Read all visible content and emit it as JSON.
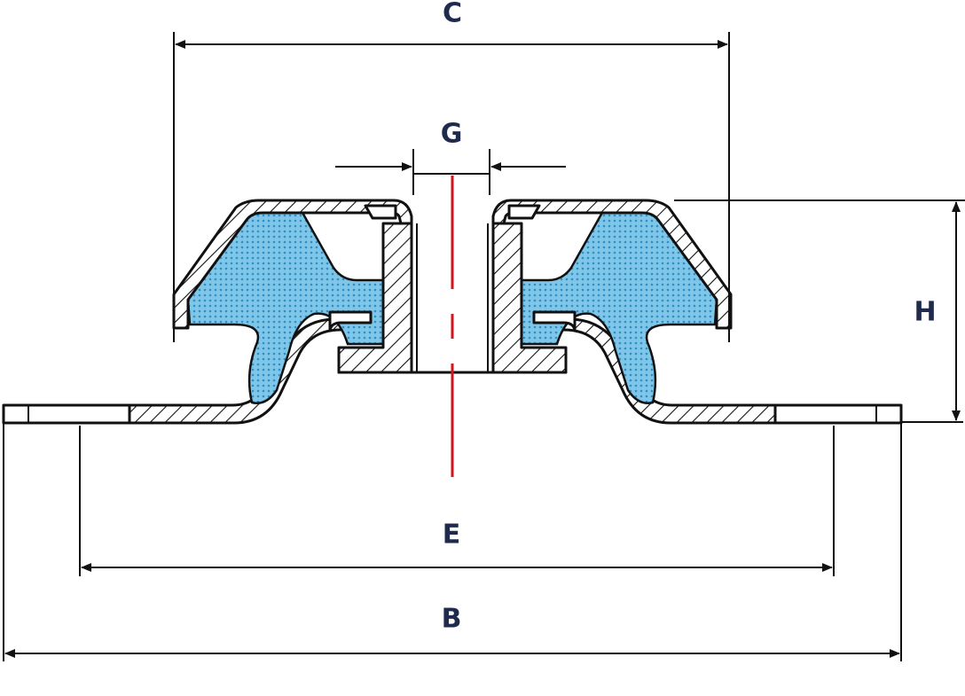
{
  "labels": {
    "c": "C",
    "g": "G",
    "h": "H",
    "e": "E",
    "b": "B"
  },
  "colors": {
    "outline": "#111111",
    "rubber_fill": "#7fc6e8",
    "rubber_dot": "#2f8fc6",
    "centerline": "#d3141d",
    "label": "#1f2b4d",
    "background": "#ffffff"
  }
}
